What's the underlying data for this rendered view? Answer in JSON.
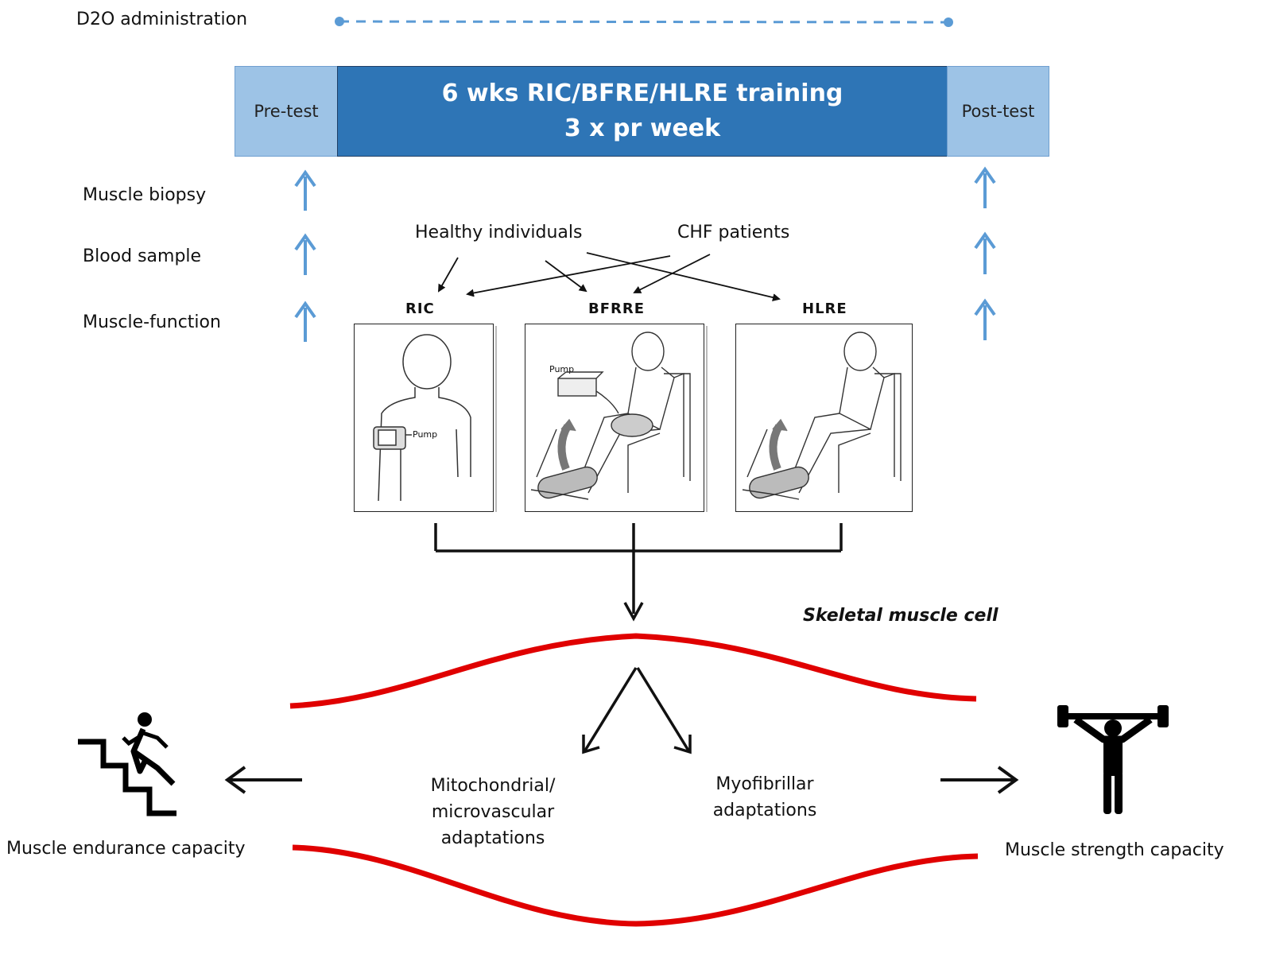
{
  "d2o_label": "D2O administration",
  "timeline": {
    "pre_label": "Pre-test",
    "main_line1": "6 wks RIC/BFRE/HLRE training",
    "main_line2": "3 x pr week",
    "post_label": "Post-test"
  },
  "measurements": [
    "Muscle biopsy",
    "Blood sample",
    "Muscle-function"
  ],
  "populations": {
    "healthy": "Healthy individuals",
    "chf": "CHF patients"
  },
  "groups": [
    {
      "title": "RIC",
      "pump_label": "Pump"
    },
    {
      "title": "BFRRE",
      "pump_label": "Pump"
    },
    {
      "title": "HLRE"
    }
  ],
  "cell_label": "Skeletal muscle cell",
  "adaptations": {
    "mito_line1": "Mitochondrial/",
    "mito_line2": "microvascular",
    "mito_line3": "adaptations",
    "myo_line1": "Myofibrillar",
    "myo_line2": "adaptations"
  },
  "outcomes": {
    "endurance": "Muscle endurance capacity",
    "strength": "Muscle strength capacity"
  },
  "colors": {
    "pre_post_fill": "#9dc3e6",
    "main_fill": "#2e75b6",
    "arrow_blue": "#5b9bd5",
    "cell_membrane": "#e00000"
  },
  "icons": {
    "endurance": "stair-runner-icon",
    "strength": "weightlifter-icon"
  }
}
